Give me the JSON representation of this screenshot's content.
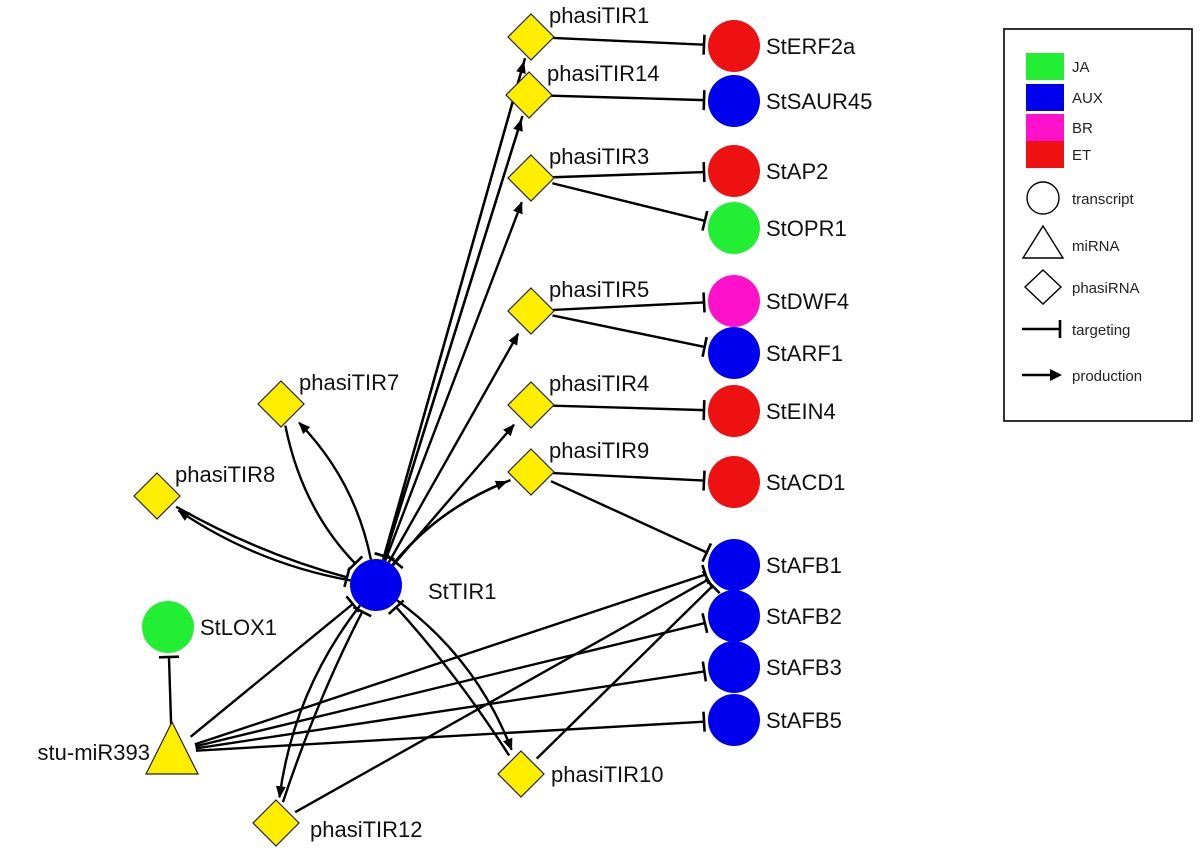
{
  "colors": {
    "JA": "#22ee33",
    "AUX": "#0000ee",
    "BR": "#ff11cc",
    "ET": "#ee1111",
    "phasi": "#ffee00",
    "mirna": "#ffee00"
  },
  "nodes": {
    "StTIR1": {
      "label": "StTIR1",
      "type": "transcript",
      "group": "AUX"
    },
    "StLOX1": {
      "label": "StLOX1",
      "type": "transcript",
      "group": "JA"
    },
    "stu_miR393": {
      "label": "stu-miR393",
      "type": "miRNA"
    },
    "phasiTIR1": {
      "label": "phasiTIR1",
      "type": "phasiRNA"
    },
    "phasiTIR14": {
      "label": "phasiTIR14",
      "type": "phasiRNA"
    },
    "phasiTIR3": {
      "label": "phasiTIR3",
      "type": "phasiRNA"
    },
    "phasiTIR5": {
      "label": "phasiTIR5",
      "type": "phasiRNA"
    },
    "phasiTIR4": {
      "label": "phasiTIR4",
      "type": "phasiRNA"
    },
    "phasiTIR9": {
      "label": "phasiTIR9",
      "type": "phasiRNA"
    },
    "phasiTIR7": {
      "label": "phasiTIR7",
      "type": "phasiRNA"
    },
    "phasiTIR8": {
      "label": "phasiTIR8",
      "type": "phasiRNA"
    },
    "phasiTIR10": {
      "label": "phasiTIR10",
      "type": "phasiRNA"
    },
    "phasiTIR12": {
      "label": "phasiTIR12",
      "type": "phasiRNA"
    },
    "StERF2a": {
      "label": "StERF2a",
      "type": "transcript",
      "group": "ET"
    },
    "StSAUR45": {
      "label": "StSAUR45",
      "type": "transcript",
      "group": "AUX"
    },
    "StAP2": {
      "label": "StAP2",
      "type": "transcript",
      "group": "ET"
    },
    "StOPR1": {
      "label": "StOPR1",
      "type": "transcript",
      "group": "JA"
    },
    "StDWF4": {
      "label": "StDWF4",
      "type": "transcript",
      "group": "BR"
    },
    "StARF1": {
      "label": "StARF1",
      "type": "transcript",
      "group": "AUX"
    },
    "StEIN4": {
      "label": "StEIN4",
      "type": "transcript",
      "group": "ET"
    },
    "StACD1": {
      "label": "StACD1",
      "type": "transcript",
      "group": "ET"
    },
    "StAFB1": {
      "label": "StAFB1",
      "type": "transcript",
      "group": "AUX"
    },
    "StAFB2": {
      "label": "StAFB2",
      "type": "transcript",
      "group": "AUX"
    },
    "StAFB3": {
      "label": "StAFB3",
      "type": "transcript",
      "group": "AUX"
    },
    "StAFB5": {
      "label": "StAFB5",
      "type": "transcript",
      "group": "AUX"
    }
  },
  "edges": [
    {
      "from": "StTIR1",
      "to": "phasiTIR1",
      "kind": "production"
    },
    {
      "from": "StTIR1",
      "to": "phasiTIR14",
      "kind": "production"
    },
    {
      "from": "StTIR1",
      "to": "phasiTIR3",
      "kind": "production"
    },
    {
      "from": "StTIR1",
      "to": "phasiTIR5",
      "kind": "production"
    },
    {
      "from": "StTIR1",
      "to": "phasiTIR4",
      "kind": "production"
    },
    {
      "from": "StTIR1",
      "to": "phasiTIR9",
      "kind": "production"
    },
    {
      "from": "StTIR1",
      "to": "phasiTIR7",
      "kind": "production"
    },
    {
      "from": "StTIR1",
      "to": "phasiTIR8",
      "kind": "production"
    },
    {
      "from": "StTIR1",
      "to": "phasiTIR10",
      "kind": "production"
    },
    {
      "from": "StTIR1",
      "to": "phasiTIR12",
      "kind": "production"
    },
    {
      "from": "phasiTIR1",
      "to": "StTIR1",
      "kind": "targeting"
    },
    {
      "from": "phasiTIR14",
      "to": "StTIR1",
      "kind": "targeting"
    },
    {
      "from": "phasiTIR7",
      "to": "StTIR1",
      "kind": "targeting"
    },
    {
      "from": "phasiTIR9",
      "to": "StTIR1",
      "kind": "targeting"
    },
    {
      "from": "phasiTIR8",
      "to": "StTIR1",
      "kind": "targeting"
    },
    {
      "from": "phasiTIR12",
      "to": "StTIR1",
      "kind": "targeting"
    },
    {
      "from": "phasiTIR10",
      "to": "StTIR1",
      "kind": "targeting"
    },
    {
      "from": "phasiTIR1",
      "to": "StERF2a",
      "kind": "targeting"
    },
    {
      "from": "phasiTIR14",
      "to": "StSAUR45",
      "kind": "targeting"
    },
    {
      "from": "phasiTIR3",
      "to": "StAP2",
      "kind": "targeting"
    },
    {
      "from": "phasiTIR3",
      "to": "StOPR1",
      "kind": "targeting"
    },
    {
      "from": "phasiTIR5",
      "to": "StDWF4",
      "kind": "targeting"
    },
    {
      "from": "phasiTIR5",
      "to": "StARF1",
      "kind": "targeting"
    },
    {
      "from": "phasiTIR4",
      "to": "StEIN4",
      "kind": "targeting"
    },
    {
      "from": "phasiTIR9",
      "to": "StACD1",
      "kind": "targeting"
    },
    {
      "from": "phasiTIR9",
      "to": "StAFB1",
      "kind": "targeting"
    },
    {
      "from": "phasiTIR10",
      "to": "StAFB1",
      "kind": "targeting"
    },
    {
      "from": "phasiTIR12",
      "to": "StAFB1",
      "kind": "targeting"
    },
    {
      "from": "stu_miR393",
      "to": "StLOX1",
      "kind": "targeting"
    },
    {
      "from": "stu_miR393",
      "to": "StTIR1",
      "kind": "targeting"
    },
    {
      "from": "stu_miR393",
      "to": "StAFB1",
      "kind": "targeting"
    },
    {
      "from": "stu_miR393",
      "to": "StAFB2",
      "kind": "targeting"
    },
    {
      "from": "stu_miR393",
      "to": "StAFB3",
      "kind": "targeting"
    },
    {
      "from": "stu_miR393",
      "to": "StAFB5",
      "kind": "targeting"
    }
  ],
  "legend": {
    "colors": [
      {
        "label": "JA",
        "color": "#22ee33"
      },
      {
        "label": "AUX",
        "color": "#0000ee"
      },
      {
        "label": "BR",
        "color": "#ff11cc"
      },
      {
        "label": "ET",
        "color": "#ee1111"
      }
    ],
    "shapes": [
      {
        "label": "transcript",
        "icon": "circle-icon"
      },
      {
        "label": "miRNA",
        "icon": "triangle-icon"
      },
      {
        "label": "phasiRNA",
        "icon": "diamond-icon"
      }
    ],
    "edges": [
      {
        "label": "targeting",
        "icon": "t-bar-icon"
      },
      {
        "label": "production",
        "icon": "arrow-icon"
      }
    ]
  }
}
